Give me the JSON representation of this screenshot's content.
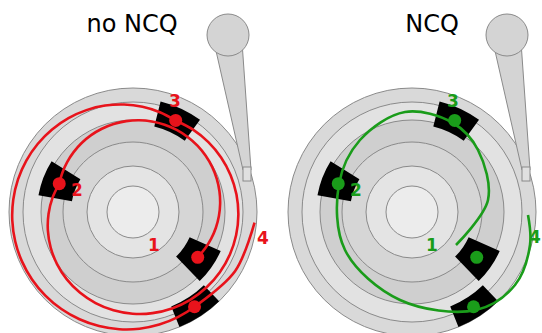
{
  "diagram": {
    "labels": [
      "no NCQ",
      "NCQ",
      "1",
      "2",
      "3",
      "4",
      "1",
      "2",
      "3",
      "4"
    ]
  }
}
